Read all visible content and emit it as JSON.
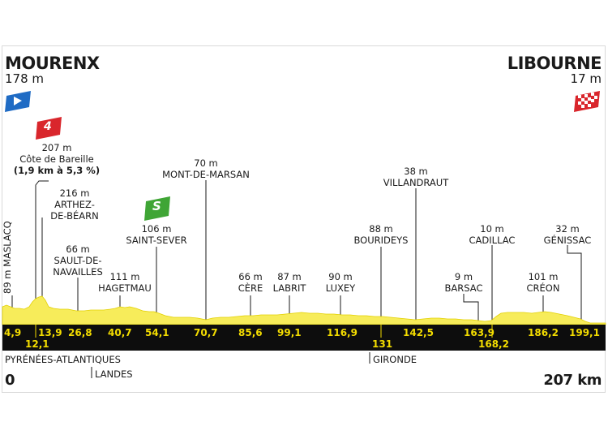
{
  "start": {
    "name": "MOURENX",
    "altitude": "178 m",
    "km": "0"
  },
  "finish": {
    "name": "LIBOURNE",
    "altitude": "17 m",
    "km": "207 km"
  },
  "climb": {
    "category": "4",
    "altitude": "207 m",
    "name": "Côte de Bareille",
    "detail": "(1,9 km à 5,3 %)"
  },
  "sprint": {
    "label": "S",
    "altitude": "106 m",
    "name": "SAINT-SEVER"
  },
  "places": [
    {
      "id": "maslacq",
      "alt": "89 m",
      "name": "MASLACQ"
    },
    {
      "id": "arthez",
      "alt": "216 m",
      "name1": "ARTHEZ-",
      "name2": "DE-BÉARN"
    },
    {
      "id": "sault",
      "alt": "66 m",
      "name1": "SAULT-DE-",
      "name2": "NAVAILLES"
    },
    {
      "id": "hagetmau",
      "alt": "111 m",
      "name": "HAGETMAU"
    },
    {
      "id": "montdemarsan",
      "alt": "70 m",
      "name": "MONT-DE-MARSAN"
    },
    {
      "id": "cere",
      "alt": "66 m",
      "name": "CÈRE"
    },
    {
      "id": "labrit",
      "alt": "87 m",
      "name": "LABRIT"
    },
    {
      "id": "luxey",
      "alt": "90 m",
      "name": "LUXEY"
    },
    {
      "id": "bourideys",
      "alt": "88 m",
      "name": "BOURIDEYS"
    },
    {
      "id": "villandraut",
      "alt": "38 m",
      "name": "VILLANDRAUT"
    },
    {
      "id": "barsac",
      "alt": "9 m",
      "name": "BARSAC"
    },
    {
      "id": "cadillac",
      "alt": "10 m",
      "name": "CADILLAC"
    },
    {
      "id": "creon",
      "alt": "101 m",
      "name": "CRÉON"
    },
    {
      "id": "genissac",
      "alt": "32 m",
      "name": "GÉNISSAC"
    }
  ],
  "km_marks": {
    "upper": [
      "4,9",
      "13,9",
      "26,8",
      "40,7",
      "54,1",
      "70,7",
      "85,6",
      "99,1",
      "116,9",
      "142,5",
      "163,9",
      "186,2",
      "199,1"
    ],
    "lower": [
      "12,1",
      "131",
      "168,2"
    ]
  },
  "regions": [
    "PYRÉNÉES-ATLANTIQUES",
    "LANDES",
    "GIRONDE"
  ],
  "colors": {
    "profile": "#f7ec5a",
    "profile_dark": "#e2d000",
    "band": "#0d0d0d",
    "km_text": "#f3dc00",
    "start_flag": "#1f6bc4",
    "climb": "#d9262c",
    "sprint": "#3fa535",
    "finish_flag": "#d9262c"
  }
}
